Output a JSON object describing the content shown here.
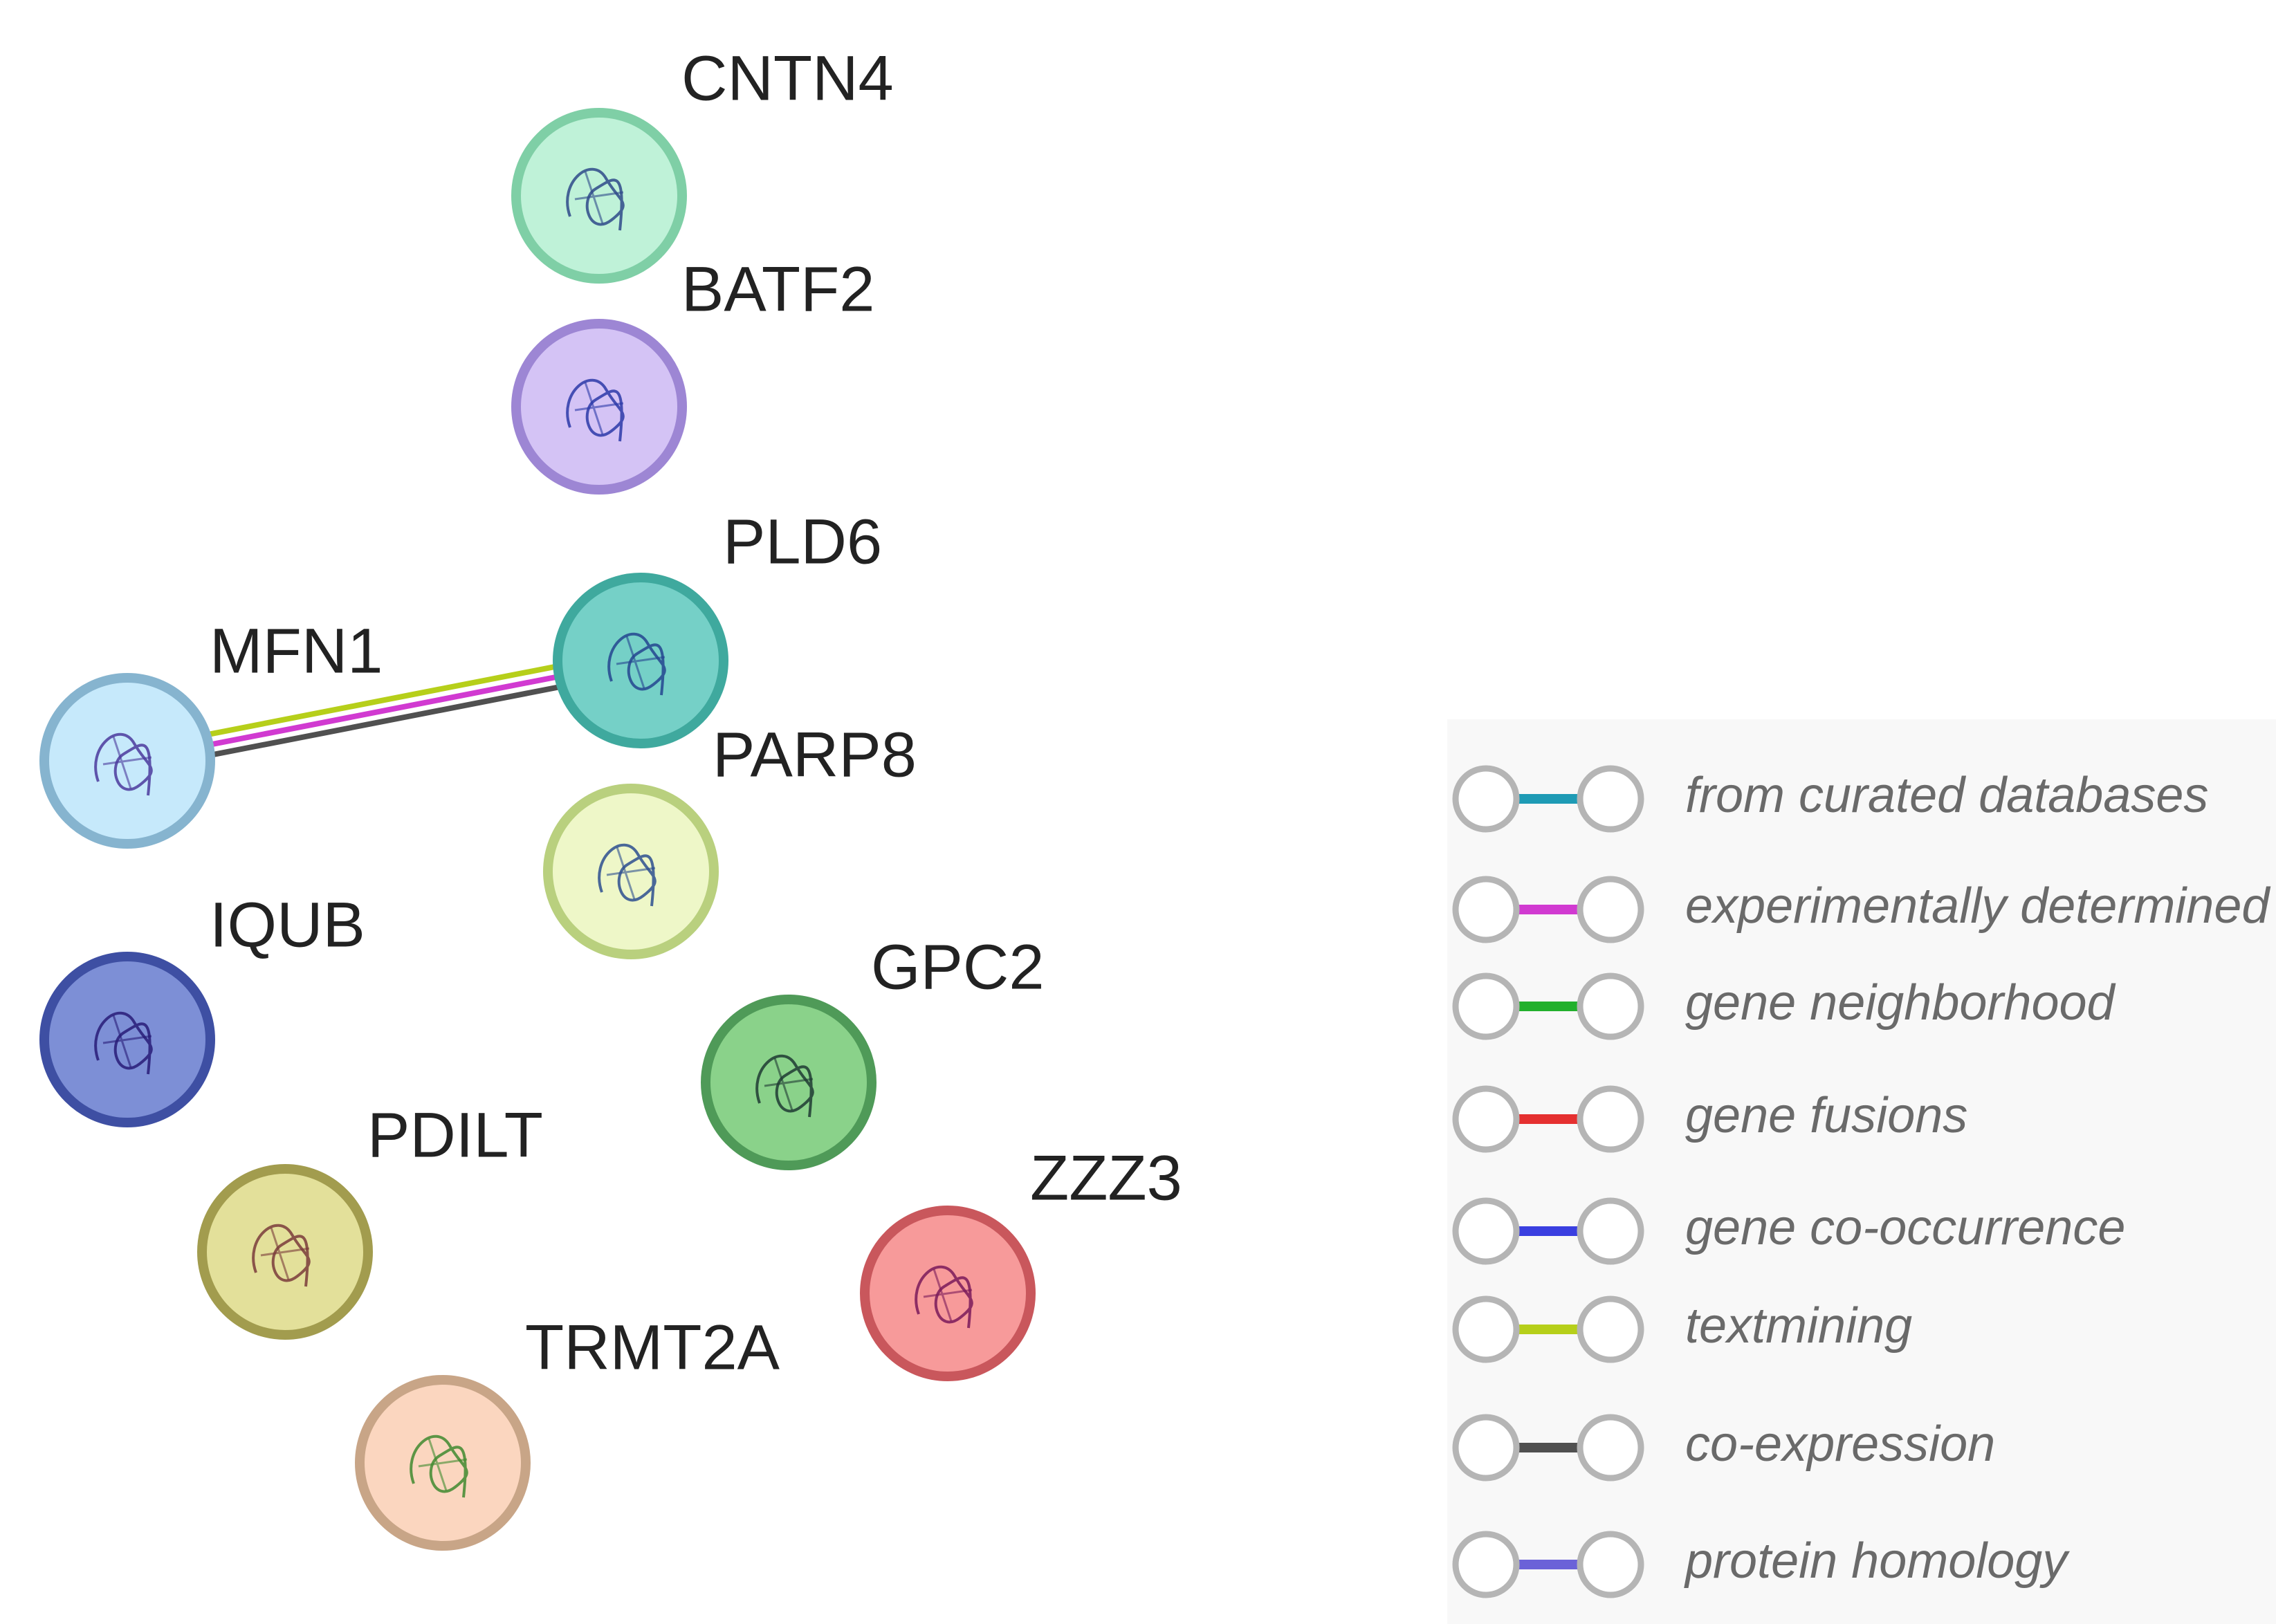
{
  "network": {
    "nodes": [
      {
        "id": "CNTN4",
        "label": "CNTN4",
        "color": "#bff2d8",
        "ring": "#7fcfa6",
        "motif": "#2e4a8a"
      },
      {
        "id": "BATF2",
        "label": "BATF2",
        "color": "#d4c3f5",
        "ring": "#9d86d4",
        "motif": "#2b3aa8"
      },
      {
        "id": "PLD6",
        "label": "PLD6",
        "color": "#75d0c7",
        "ring": "#3fa99e",
        "motif": "#24458f"
      },
      {
        "id": "MFN1",
        "label": "MFN1",
        "color": "#c6e9fb",
        "ring": "#86b4cf",
        "motif": "#4b3a9c"
      },
      {
        "id": "PARP8",
        "label": "PARP8",
        "color": "#eef7c8",
        "ring": "#b9d07e",
        "motif": "#2d4f8f"
      },
      {
        "id": "IQUB",
        "label": "IQUB",
        "color": "#7d8fd6",
        "ring": "#3e4fa3",
        "motif": "#281c78"
      },
      {
        "id": "GPC2",
        "label": "GPC2",
        "color": "#8ad28a",
        "ring": "#4f9a58",
        "motif": "#1f3b33"
      },
      {
        "id": "PDILT",
        "label": "PDILT",
        "color": "#e3e09a",
        "ring": "#a29c4e",
        "motif": "#7a3b3b"
      },
      {
        "id": "ZZZ3",
        "label": "ZZZ3",
        "color": "#f79a9a",
        "ring": "#c9575c",
        "motif": "#7a1a5a"
      },
      {
        "id": "TRMT2A",
        "label": "TRMT2A",
        "color": "#fbd6bf",
        "ring": "#c8a587",
        "motif": "#3f8a2f"
      }
    ],
    "edges": [
      {
        "source": "MFN1",
        "target": "PLD6",
        "evidence": [
          "textmining",
          "experimentally determined",
          "co-expression"
        ]
      }
    ]
  },
  "legend": {
    "items": [
      {
        "label": "from curated databases",
        "color": "#1e9bb5"
      },
      {
        "label": "experimentally determined",
        "color": "#d13ad1"
      },
      {
        "label": "gene neighborhood",
        "color": "#22b02c"
      },
      {
        "label": "gene fusions",
        "color": "#e53030"
      },
      {
        "label": "gene co-occurrence",
        "color": "#3a3fe0"
      },
      {
        "label": "textmining",
        "color": "#b6cf1a"
      },
      {
        "label": "co-expression",
        "color": "#505050"
      },
      {
        "label": "protein homology",
        "color": "#6b62d8"
      }
    ]
  }
}
